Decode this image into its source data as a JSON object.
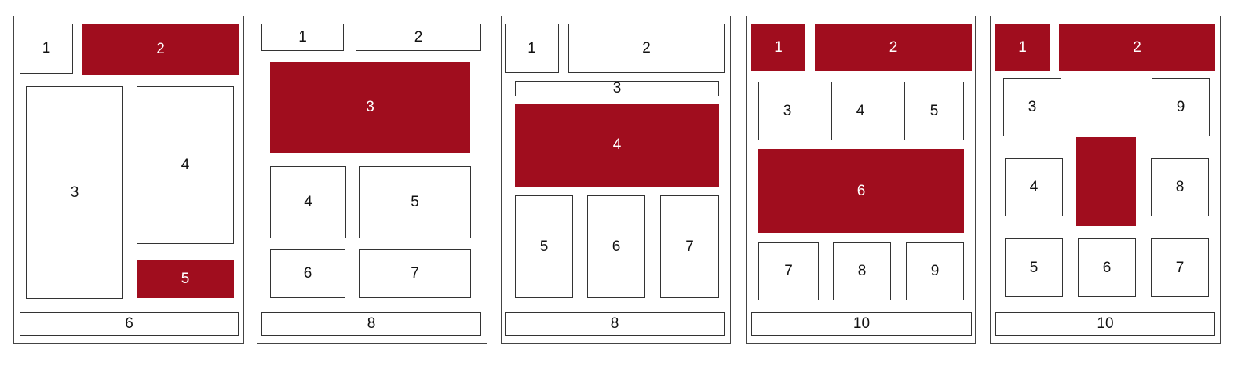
{
  "colors": {
    "highlight": "#A00D1E",
    "border": "#333333"
  },
  "panels": [
    {
      "boxes": [
        {
          "label": "1",
          "highlighted": false
        },
        {
          "label": "2",
          "highlighted": true
        },
        {
          "label": "3",
          "highlighted": false
        },
        {
          "label": "4",
          "highlighted": false
        },
        {
          "label": "5",
          "highlighted": true
        },
        {
          "label": "6",
          "highlighted": false
        }
      ]
    },
    {
      "boxes": [
        {
          "label": "1",
          "highlighted": false
        },
        {
          "label": "2",
          "highlighted": false
        },
        {
          "label": "3",
          "highlighted": true
        },
        {
          "label": "4",
          "highlighted": false
        },
        {
          "label": "5",
          "highlighted": false
        },
        {
          "label": "6",
          "highlighted": false
        },
        {
          "label": "7",
          "highlighted": false
        },
        {
          "label": "8",
          "highlighted": false
        }
      ]
    },
    {
      "boxes": [
        {
          "label": "1",
          "highlighted": false
        },
        {
          "label": "2",
          "highlighted": false
        },
        {
          "label": "3",
          "highlighted": false
        },
        {
          "label": "4",
          "highlighted": true
        },
        {
          "label": "5",
          "highlighted": false
        },
        {
          "label": "6",
          "highlighted": false
        },
        {
          "label": "7",
          "highlighted": false
        },
        {
          "label": "8",
          "highlighted": false
        }
      ]
    },
    {
      "boxes": [
        {
          "label": "1",
          "highlighted": true
        },
        {
          "label": "2",
          "highlighted": true
        },
        {
          "label": "3",
          "highlighted": false
        },
        {
          "label": "4",
          "highlighted": false
        },
        {
          "label": "5",
          "highlighted": false
        },
        {
          "label": "6",
          "highlighted": true
        },
        {
          "label": "7",
          "highlighted": false
        },
        {
          "label": "8",
          "highlighted": false
        },
        {
          "label": "9",
          "highlighted": false
        },
        {
          "label": "10",
          "highlighted": false
        }
      ]
    },
    {
      "boxes": [
        {
          "label": "1",
          "highlighted": true
        },
        {
          "label": "2",
          "highlighted": true
        },
        {
          "label": "3",
          "highlighted": false
        },
        {
          "label": "9",
          "highlighted": false
        },
        {
          "label": "",
          "highlighted": true
        },
        {
          "label": "4",
          "highlighted": false
        },
        {
          "label": "8",
          "highlighted": false
        },
        {
          "label": "5",
          "highlighted": false
        },
        {
          "label": "6",
          "highlighted": false
        },
        {
          "label": "7",
          "highlighted": false
        },
        {
          "label": "10",
          "highlighted": false
        }
      ]
    }
  ]
}
